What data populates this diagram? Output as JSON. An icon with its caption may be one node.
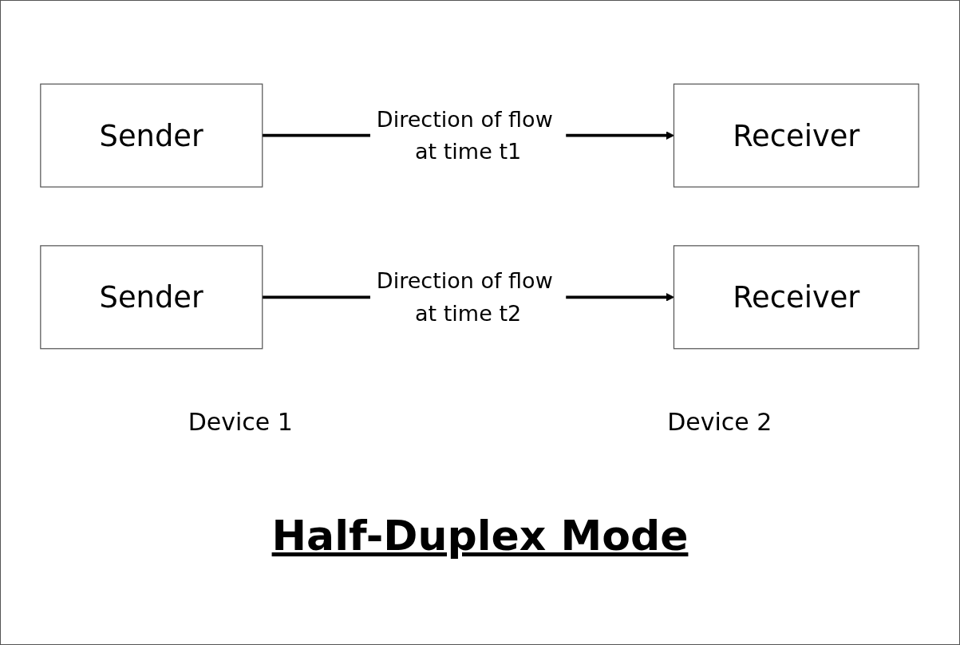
{
  "diagram": {
    "title": "Half-Duplex Mode",
    "nodes": [
      {
        "text": [
          "Sender"
        ]
      },
      {
        "text": [
          "Receiver"
        ]
      },
      {
        "text": [
          "Receiver"
        ]
      },
      {
        "text": [
          "Sender"
        ]
      }
    ],
    "edges": [
      {
        "from": 0,
        "to": 2,
        "arrow": "to",
        "label": "Direction of flow at time t1"
      },
      {
        "from": 3,
        "to": 1,
        "arrow": "to",
        "label": "Direction of flow at time t2"
      }
    ],
    "labels": [
      "Device 1",
      "Device 2"
    ]
  }
}
